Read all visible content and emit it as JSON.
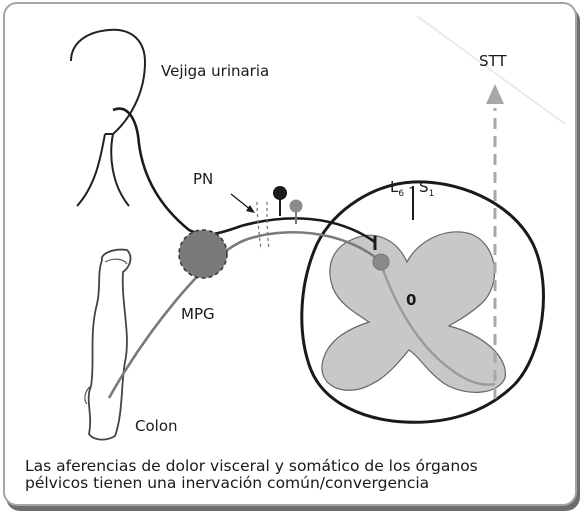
{
  "labels": {
    "bladder": "Vejiga urinaria",
    "stt": "STT",
    "pn": "PN",
    "level_l": "L",
    "level_l_sub": "6",
    "level_sep": " - S",
    "level_s_sub": "1",
    "mpg": "MPG",
    "colon": "Colon",
    "center_mark": "0"
  },
  "caption": {
    "line1": "Las aferencias de dolor visceral y somático de los órganos",
    "line2": "pélvicos tienen una inervación común/convergencia"
  },
  "colors": {
    "ganglion_fill": "#7a7a7a",
    "gray_matter": "#c8c8c8",
    "neuron_dark": "#1a1a1a",
    "neuron_gray": "#8a8a8a",
    "stt_arrow": "#a8a8a8"
  }
}
